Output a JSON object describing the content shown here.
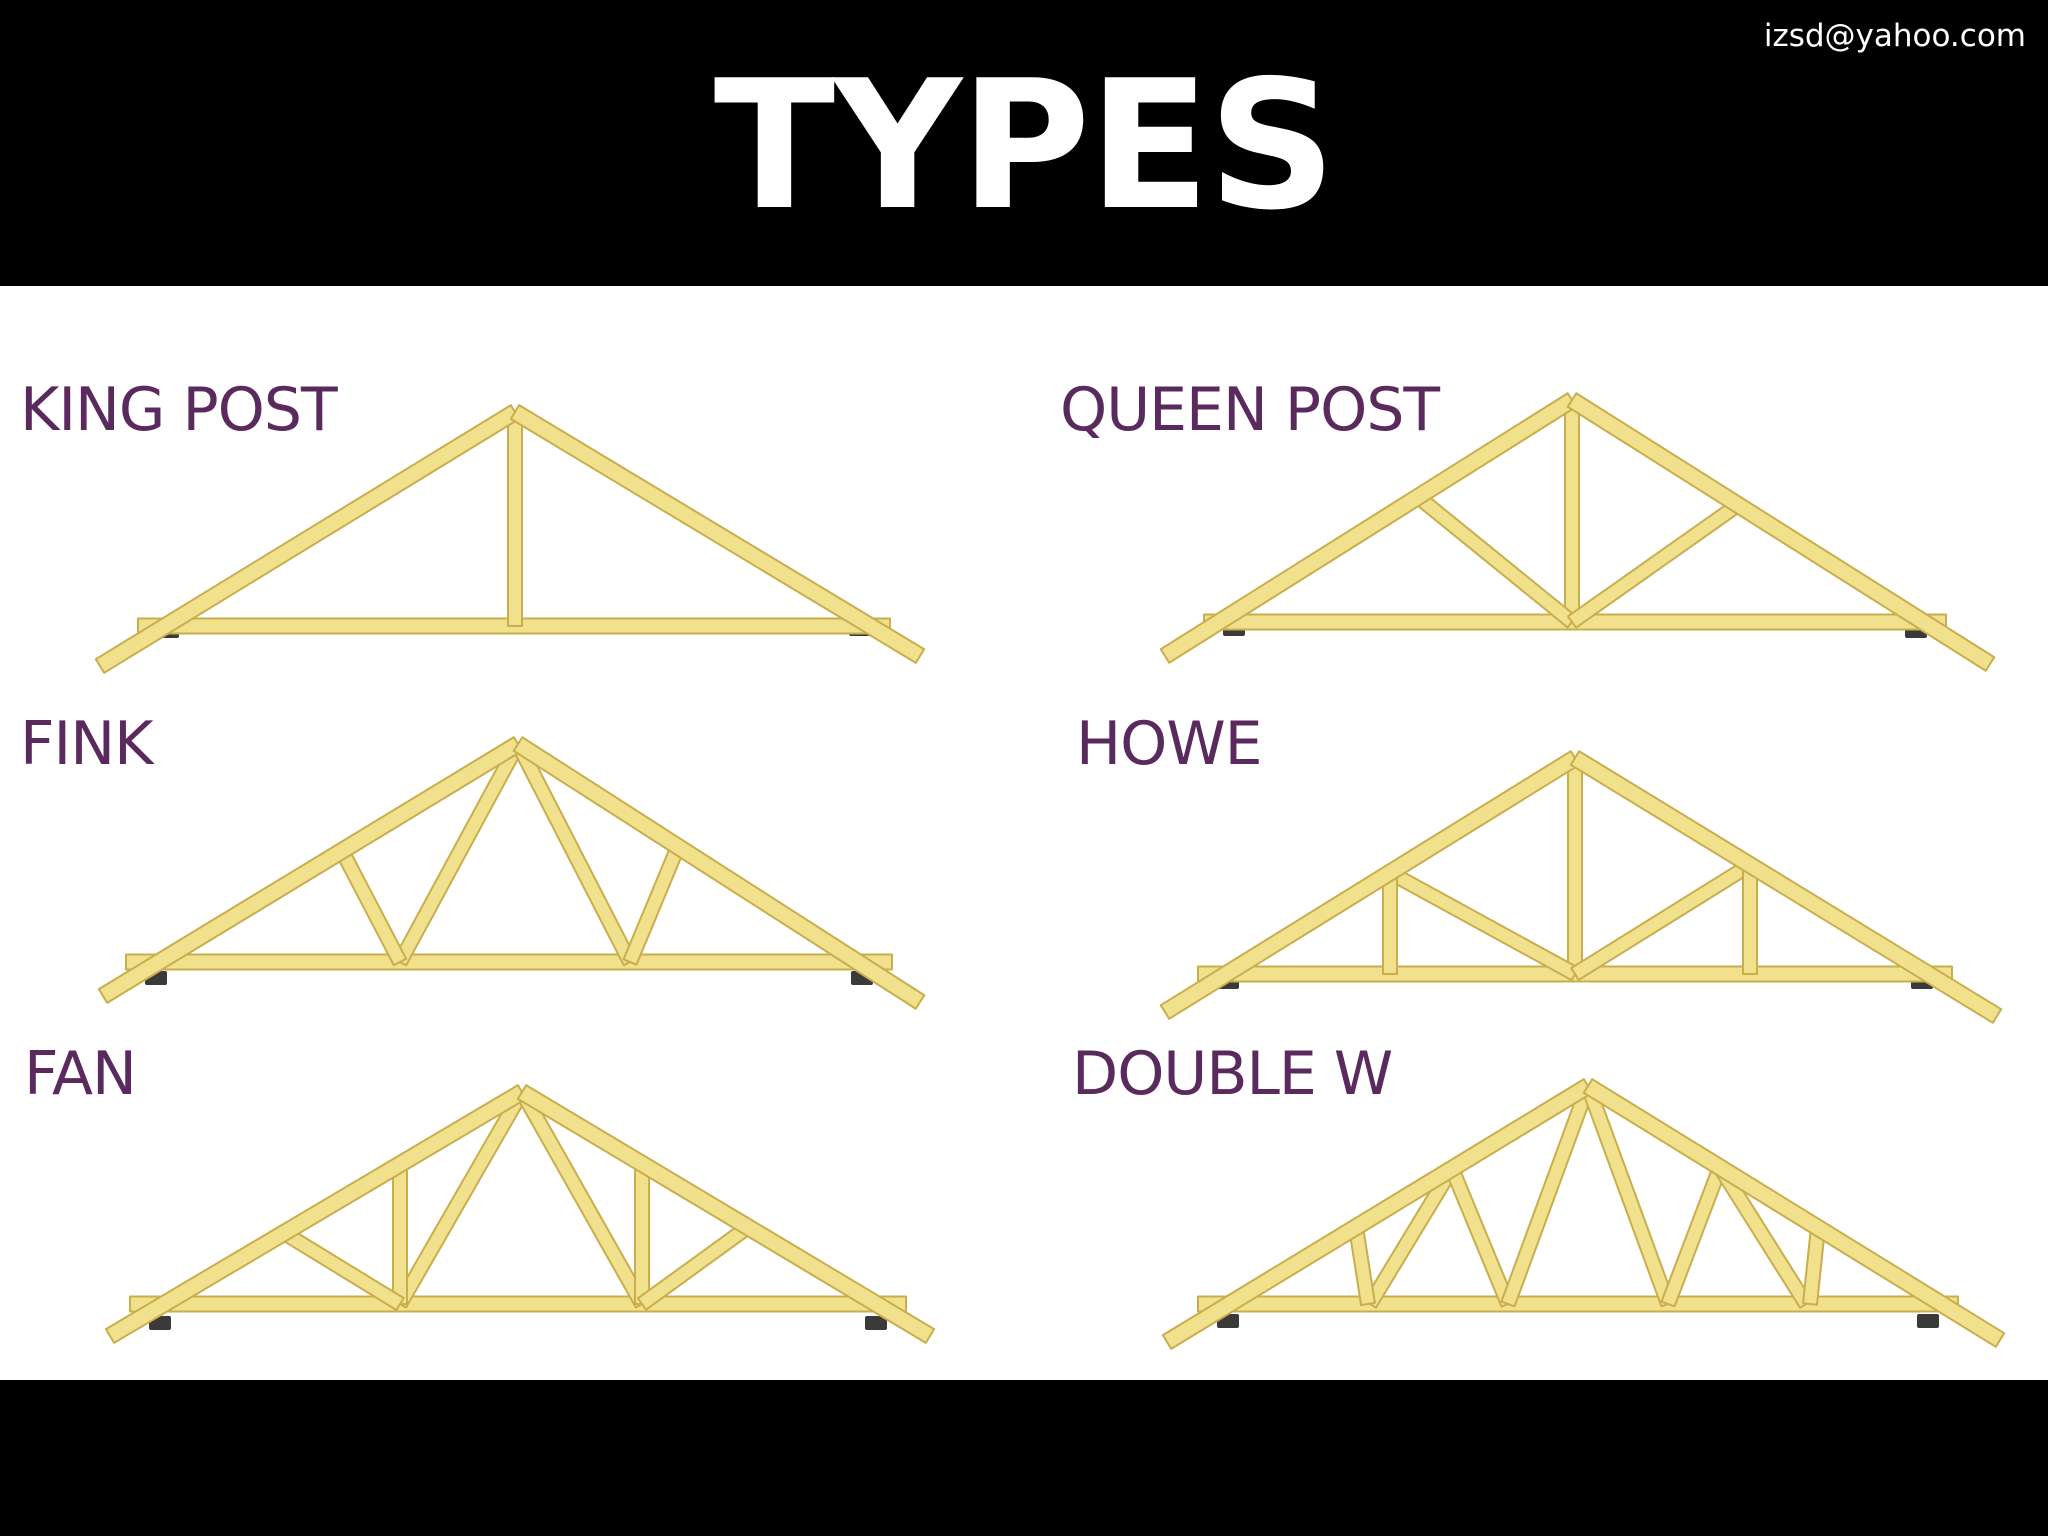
{
  "header": {
    "title": "TYPES",
    "email": "izsd@yahoo.com"
  },
  "colors": {
    "background": "#000000",
    "panel": "#ffffff",
    "label": "#5a2a5e",
    "wood_fill": "#f1e08c",
    "wood_edge": "#c9ae4e",
    "support": "#3a3a3a"
  },
  "trusses": [
    {
      "id": "king-post",
      "label": "KING POST",
      "icon": "king-post-truss-icon"
    },
    {
      "id": "queen-post",
      "label": "QUEEN POST",
      "icon": "queen-post-truss-icon"
    },
    {
      "id": "fink",
      "label": "FINK",
      "icon": "fink-truss-icon"
    },
    {
      "id": "howe",
      "label": "HOWE",
      "icon": "howe-truss-icon"
    },
    {
      "id": "fan",
      "label": "FAN",
      "icon": "fan-truss-icon"
    },
    {
      "id": "double-w",
      "label": "DOUBLE W",
      "icon": "double-w-truss-icon"
    }
  ]
}
